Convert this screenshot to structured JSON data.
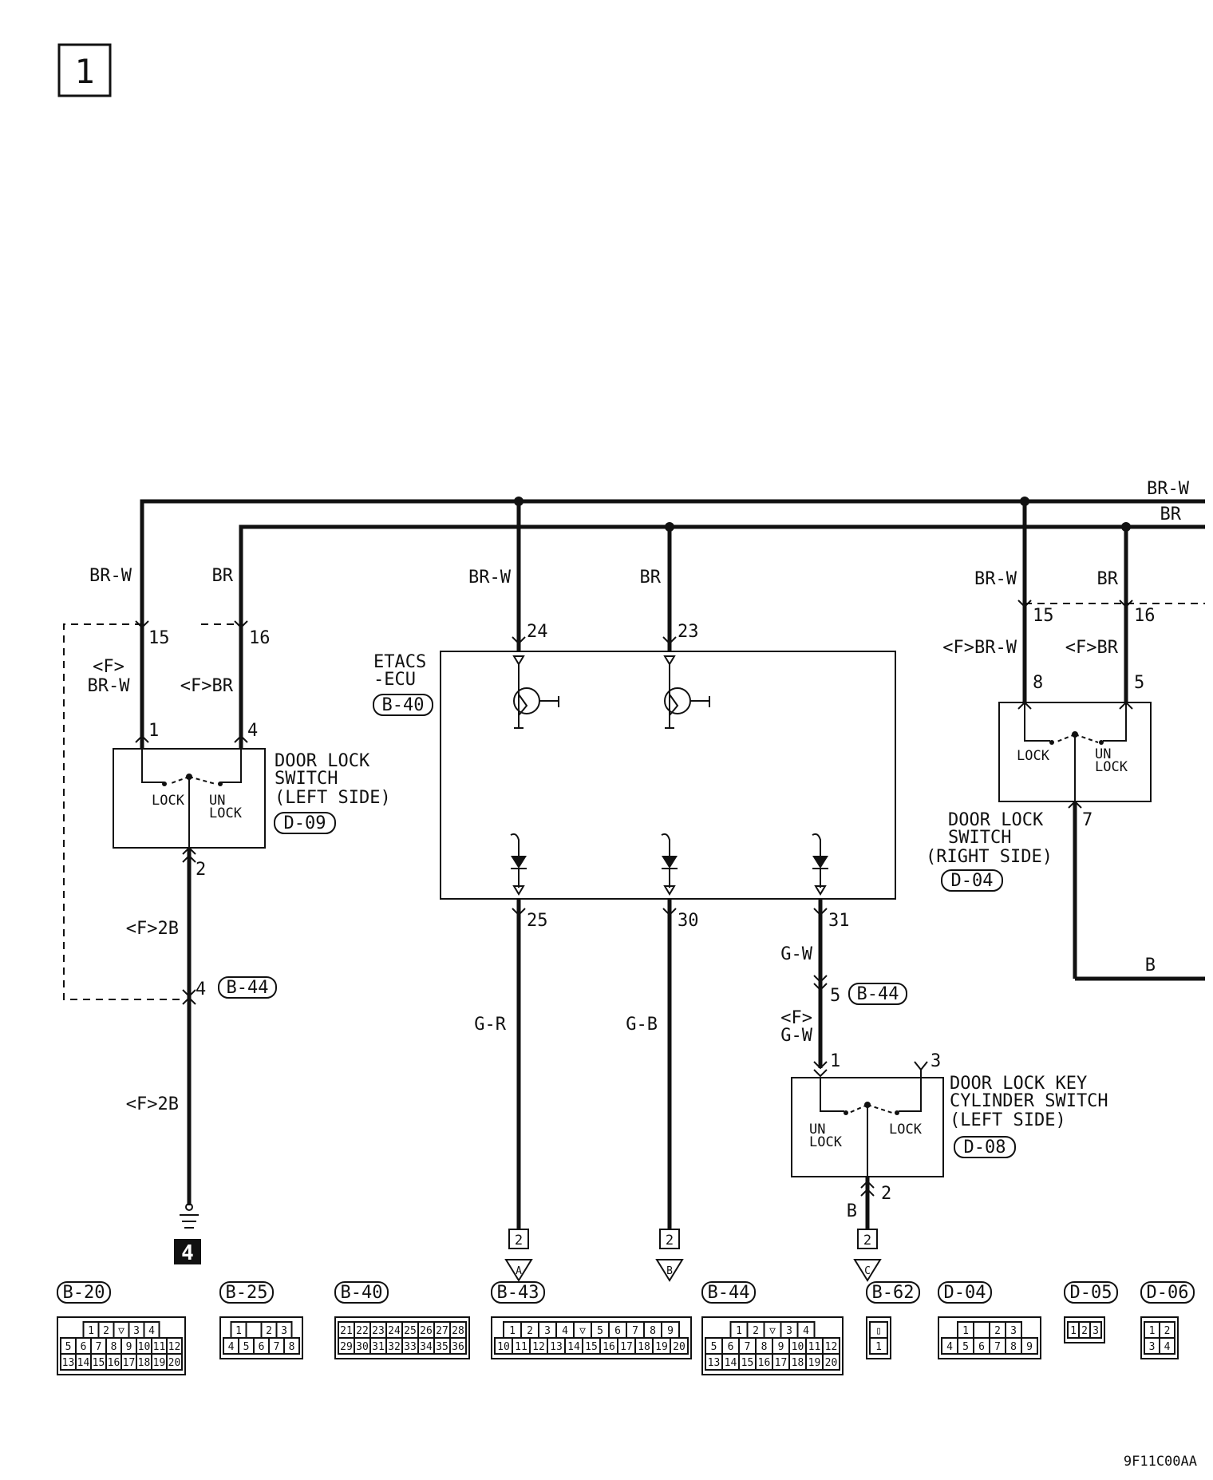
{
  "page_number": "1",
  "figure_code": "9F11C00AA",
  "wires": {
    "bus_brw": "BR-W",
    "bus_br": "BR",
    "left_brw": "BR-W",
    "left_br": "BR",
    "left_f_brw_f": "<F>",
    "left_f_brw": "BR-W",
    "left_f_br": "<F>BR",
    "left_f2b_upper": "<F>2B",
    "left_f2b_lower": "<F>2B",
    "etacs_brw": "BR-W",
    "etacs_br": "BR",
    "out_gr": "G-R",
    "out_gb": "G-B",
    "out_gw": "G-W",
    "out_f": "<F>",
    "out_fgw": "G-W",
    "key_b": "B",
    "right_brw": "BR-W",
    "right_br": "BR",
    "right_f_brw": "<F>BR-W",
    "right_f_br": "<F>BR",
    "right_b": "B"
  },
  "pins": {
    "l15": "15",
    "l16": "16",
    "l1": "1",
    "l4": "4",
    "l2": "2",
    "l4b": "4",
    "e24": "24",
    "e23": "23",
    "e25": "25",
    "e30": "30",
    "e31": "31",
    "k5": "5",
    "k1": "1",
    "k3": "3",
    "k2": "2",
    "r15": "15",
    "r16": "16",
    "r8": "8",
    "r5": "5",
    "r7": "7"
  },
  "components": {
    "etacs": {
      "name1": "ETACS",
      "name2": "-ECU",
      "connector": "B-40"
    },
    "left_switch": {
      "name1": "DOOR LOCK",
      "name2": "SWITCH",
      "name3": "(LEFT SIDE)",
      "connector": "D-09",
      "lock": "LOCK",
      "un": "UN",
      "unlock": "LOCK"
    },
    "right_switch": {
      "name1": "DOOR LOCK",
      "name2": "SWITCH",
      "name3": "(RIGHT SIDE)",
      "connector": "D-04",
      "lock": "LOCK",
      "un": "UN",
      "unlock": "LOCK"
    },
    "key_switch": {
      "name1": "DOOR LOCK KEY",
      "name2": "CYLINDER SWITCH",
      "name3": "(LEFT SIDE)",
      "connector": "D-08",
      "lock": "LOCK",
      "un": "UN",
      "unlock": "LOCK"
    },
    "junction_left": "B-44",
    "junction_mid": "B-44"
  },
  "offpage": [
    {
      "page": "2",
      "letter": "A"
    },
    {
      "page": "2",
      "letter": "B"
    },
    {
      "page": "2",
      "letter": "C"
    }
  ],
  "ground_ref": "4",
  "connectors": [
    {
      "id": "B-20",
      "rows": [
        [
          "1",
          "2",
          "▽",
          "3",
          "4"
        ],
        [
          "5",
          "6",
          "7",
          "8",
          "9",
          "10",
          "11",
          "12"
        ],
        [
          "13",
          "14",
          "15",
          "16",
          "17",
          "18",
          "19",
          "20"
        ]
      ]
    },
    {
      "id": "B-25",
      "rows": [
        [
          "1",
          "",
          "2",
          "3"
        ],
        [
          "4",
          "5",
          "6",
          "7",
          "8"
        ]
      ]
    },
    {
      "id": "B-40",
      "rows": [
        [
          "21",
          "22",
          "23",
          "24",
          "25",
          "26",
          "27",
          "28"
        ],
        [
          "29",
          "30",
          "31",
          "32",
          "33",
          "34",
          "35",
          "36"
        ]
      ]
    },
    {
      "id": "B-43",
      "rows": [
        [
          "1",
          "2",
          "3",
          "4",
          "▽",
          "5",
          "6",
          "7",
          "8",
          "9"
        ],
        [
          "10",
          "11",
          "12",
          "13",
          "14",
          "15",
          "16",
          "17",
          "18",
          "19",
          "20"
        ]
      ]
    },
    {
      "id": "B-44",
      "rows": [
        [
          "1",
          "2",
          "▽",
          "3",
          "4"
        ],
        [
          "5",
          "6",
          "7",
          "8",
          "9",
          "10",
          "11",
          "12"
        ],
        [
          "13",
          "14",
          "15",
          "16",
          "17",
          "18",
          "19",
          "20"
        ]
      ]
    },
    {
      "id": "B-62",
      "rows": [
        [
          "▯"
        ],
        [
          "1"
        ]
      ]
    },
    {
      "id": "D-04",
      "rows": [
        [
          "1",
          "",
          "2",
          "3"
        ],
        [
          "4",
          "5",
          "6",
          "7",
          "8",
          "9"
        ]
      ]
    },
    {
      "id": "D-05",
      "rows": [
        [
          "1",
          "2",
          "3"
        ]
      ]
    },
    {
      "id": "D-06",
      "rows": [
        [
          "1",
          "2"
        ],
        [
          "3",
          "4"
        ]
      ]
    }
  ]
}
